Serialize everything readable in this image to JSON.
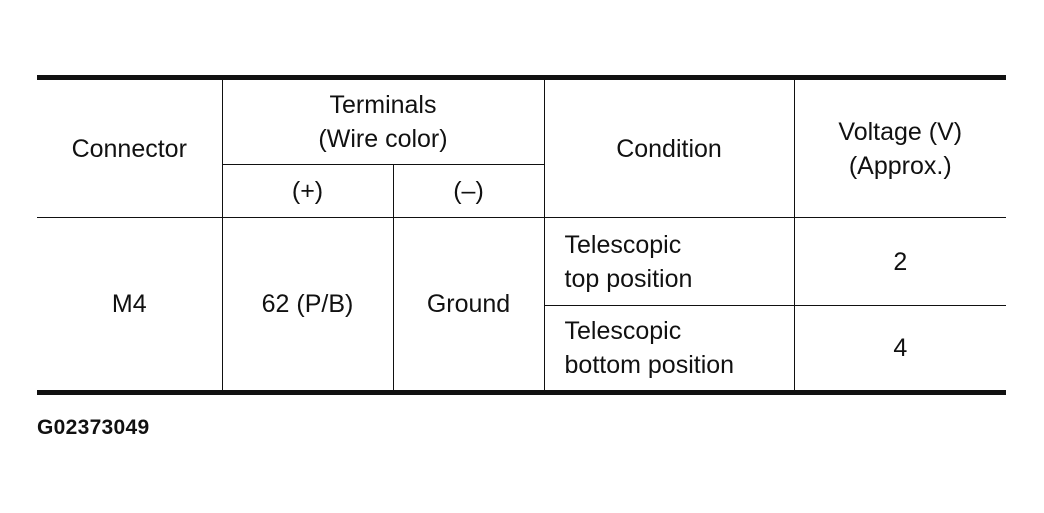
{
  "table": {
    "headers": {
      "connector": "Connector",
      "terminals_line1": "Terminals",
      "terminals_line2": "(Wire color)",
      "plus": "(+)",
      "minus": "(–)",
      "condition": "Condition",
      "voltage_line1": "Voltage (V)",
      "voltage_line2": "(Approx.)"
    },
    "row": {
      "connector": "M4",
      "plus_terminal": "62 (P/B)",
      "minus_terminal": "Ground"
    },
    "conditions": [
      {
        "line1": "Telescopic",
        "line2": "top position",
        "voltage": "2"
      },
      {
        "line1": "Telescopic",
        "line2": "bottom position",
        "voltage": "4"
      }
    ]
  },
  "figure_id": "G02373049"
}
